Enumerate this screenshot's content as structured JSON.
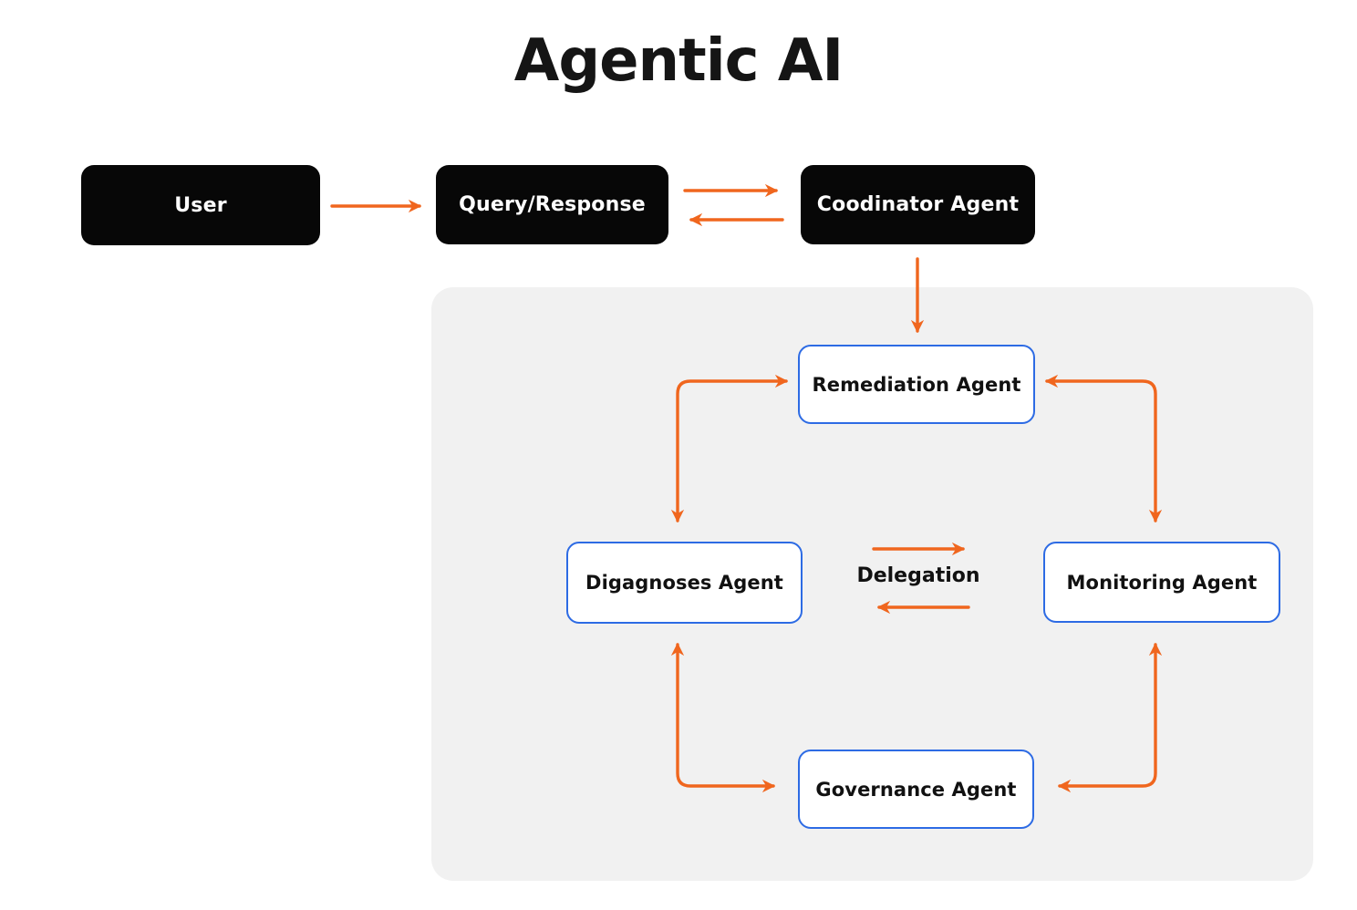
{
  "title": "Agentic AI",
  "colors": {
    "orange": "#f0661e",
    "blue": "#2d6be4",
    "black_box": "#070707",
    "panel": "#f1f1f1"
  },
  "top_row": {
    "user": "User",
    "query_response": "Query/Response",
    "coordinator": "Coodinator Agent"
  },
  "agents": {
    "remediation": "Remediation Agent",
    "diagnoses": "Digagnoses Agent",
    "monitoring": "Monitoring Agent",
    "governance": "Governance Agent"
  },
  "center_label": "Delegation"
}
